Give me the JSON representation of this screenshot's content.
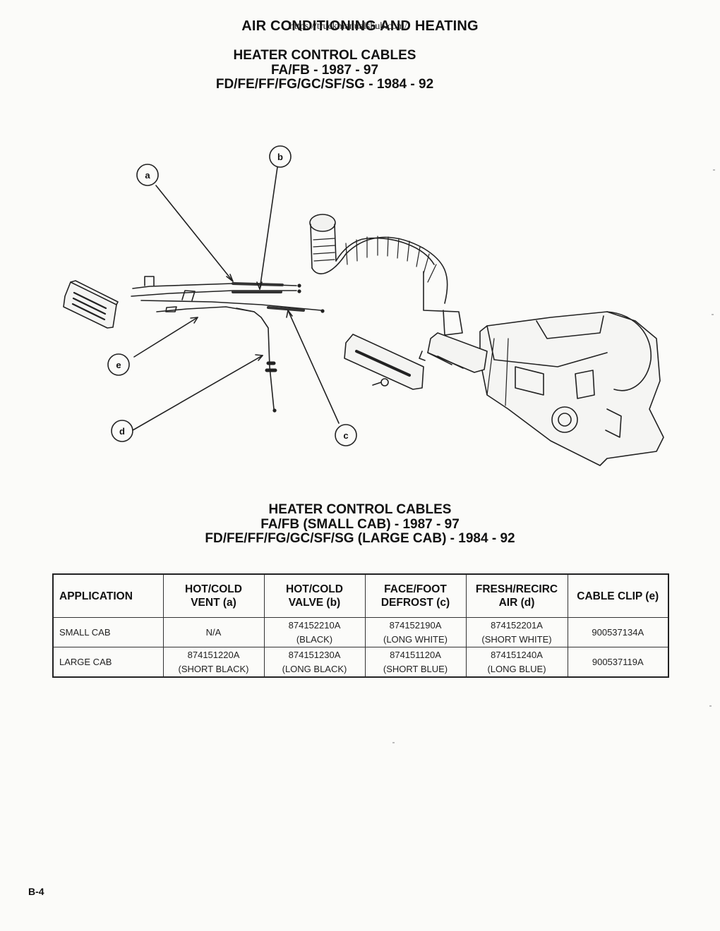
{
  "header": {
    "title": "AIR CONDITIONING AND HEATING",
    "url_overlay": "https://truckmanualshub.com/"
  },
  "diagram_heading": [
    "HEATER CONTROL CABLES",
    "FA/FB - 1987 - 97",
    "FD/FE/FF/FG/GC/SF/SG - 1984 - 92"
  ],
  "callouts": [
    "a",
    "b",
    "c",
    "d",
    "e"
  ],
  "table_heading": [
    "HEATER CONTROL CABLES",
    "FA/FB (SMALL CAB) - 1987 - 97",
    "FD/FE/FF/FG/GC/SF/SG (LARGE CAB) - 1984 - 92"
  ],
  "table": {
    "columns": [
      [
        "APPLICATION",
        ""
      ],
      [
        "HOT/COLD",
        "VENT (a)"
      ],
      [
        "HOT/COLD",
        "VALVE (b)"
      ],
      [
        "FACE/FOOT",
        "DEFROST (c)"
      ],
      [
        "FRESH/RECIRC",
        "AIR (d)"
      ],
      [
        "CABLE CLIP (e)",
        ""
      ]
    ],
    "rows": [
      [
        [
          "SMALL CAB",
          ""
        ],
        [
          "N/A",
          ""
        ],
        [
          "874152210A",
          "(BLACK)"
        ],
        [
          "874152190A",
          "(LONG WHITE)"
        ],
        [
          "874152201A",
          "(SHORT WHITE)"
        ],
        [
          "900537134A",
          ""
        ]
      ],
      [
        [
          "LARGE CAB",
          ""
        ],
        [
          "874151220A",
          "(SHORT BLACK)"
        ],
        [
          "874151230A",
          "(LONG BLACK)"
        ],
        [
          "874151120A",
          "(SHORT BLUE)"
        ],
        [
          "874151240A",
          "(LONG BLUE)"
        ],
        [
          "900537119A",
          ""
        ]
      ]
    ]
  },
  "footer": {
    "page_number": "B-4"
  }
}
